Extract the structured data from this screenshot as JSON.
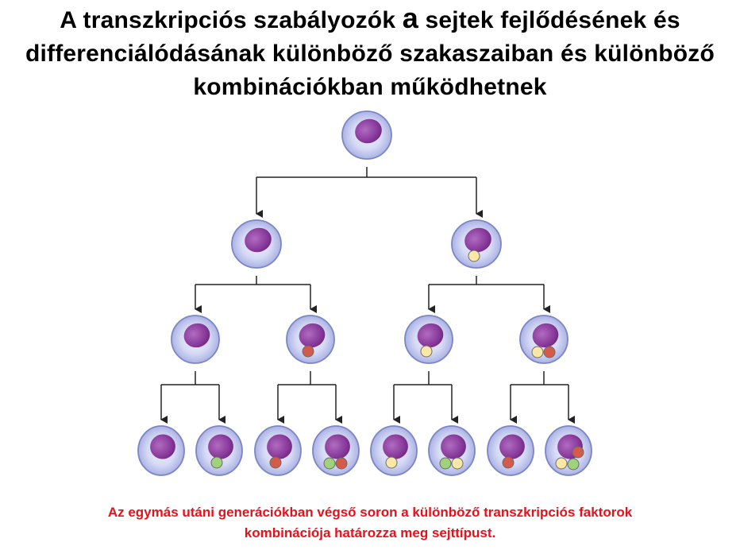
{
  "title": {
    "line1_pre": "A transzkripciós szabályozók ",
    "line1_big": "a",
    "line1_post": " sejtek fejlődésének és",
    "line2": "differenciálódásának különböző szakaszaiban és különböző",
    "line3": "kombinációkban működhetnek"
  },
  "caption": {
    "line1": "Az egymás utáni generációkban végső soron a különböző transzkripciós faktorok",
    "line2": "kombinációja határozza meg sejttípust."
  },
  "colors": {
    "cell_fill": "#c9cdf0",
    "cell_stroke": "#7b86c4",
    "nucleus": "#8e3f9e",
    "factor_yellow": "#fbe8a6",
    "factor_red": "#d45a4a",
    "factor_green": "#9fd27a",
    "arrow": "#222222"
  },
  "tree": {
    "generations": [
      {
        "cells": [
          {
            "factors": []
          }
        ]
      },
      {
        "cells": [
          {
            "factors": []
          },
          {
            "factors": [
              "yellow"
            ]
          }
        ]
      },
      {
        "cells": [
          {
            "factors": []
          },
          {
            "factors": [
              "red"
            ]
          },
          {
            "factors": [
              "yellow"
            ]
          },
          {
            "factors": [
              "yellow",
              "red"
            ]
          }
        ]
      },
      {
        "cells": [
          {
            "factors": []
          },
          {
            "factors": [
              "green"
            ]
          },
          {
            "factors": [
              "red"
            ]
          },
          {
            "factors": [
              "green",
              "red"
            ]
          },
          {
            "factors": [
              "yellow"
            ]
          },
          {
            "factors": [
              "green",
              "yellow"
            ]
          },
          {
            "factors": [
              "red"
            ]
          },
          {
            "factors": [
              "yellow",
              "green",
              "red"
            ]
          }
        ]
      }
    ]
  }
}
